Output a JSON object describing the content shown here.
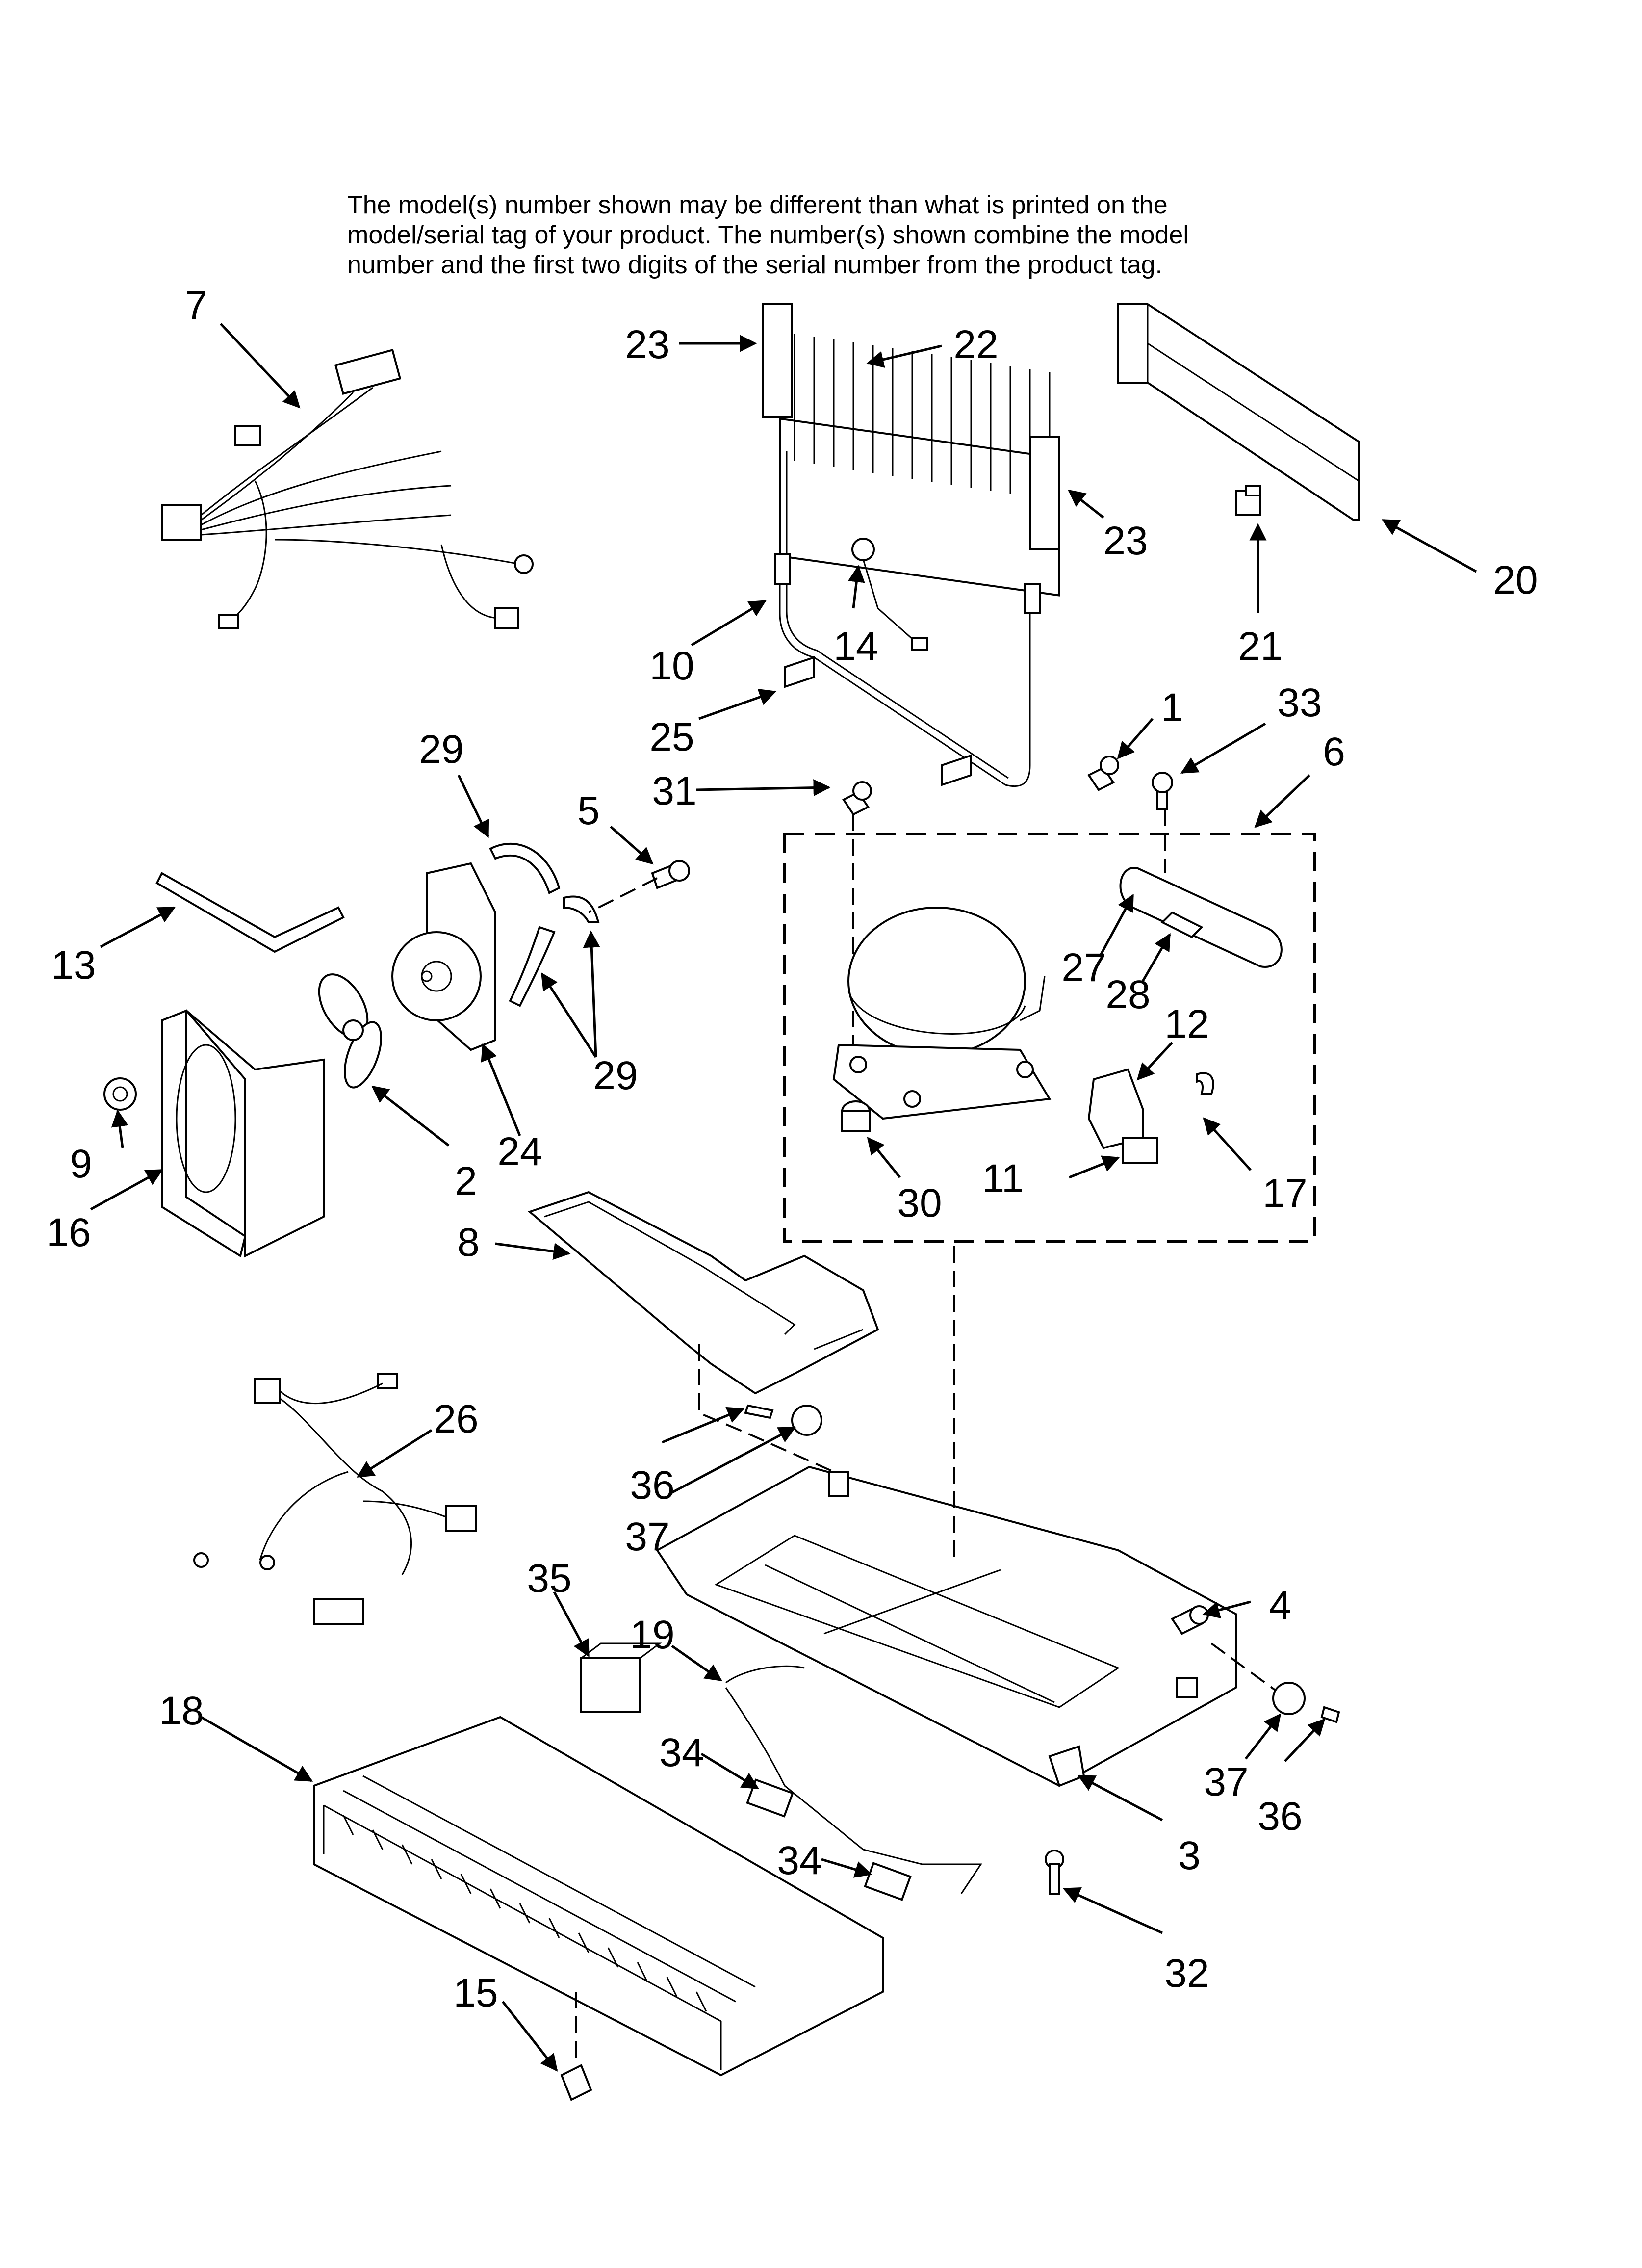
{
  "note_lines": [
    "The model(s) number shown may be different than what is printed on the",
    "model/serial tag of your product. The number(s) shown combine the model",
    "number and the first two digits of the serial number from the product tag."
  ],
  "callouts": [
    {
      "id": "7",
      "label": "7"
    },
    {
      "id": "23a",
      "label": "23"
    },
    {
      "id": "22",
      "label": "22"
    },
    {
      "id": "23b",
      "label": "23"
    },
    {
      "id": "20",
      "label": "20"
    },
    {
      "id": "21",
      "label": "21"
    },
    {
      "id": "14",
      "label": "14"
    },
    {
      "id": "10",
      "label": "10"
    },
    {
      "id": "25",
      "label": "25"
    },
    {
      "id": "1",
      "label": "1"
    },
    {
      "id": "33",
      "label": "33"
    },
    {
      "id": "6",
      "label": "6"
    },
    {
      "id": "29a",
      "label": "29"
    },
    {
      "id": "5",
      "label": "5"
    },
    {
      "id": "31",
      "label": "31"
    },
    {
      "id": "13",
      "label": "13"
    },
    {
      "id": "27",
      "label": "27"
    },
    {
      "id": "28",
      "label": "28"
    },
    {
      "id": "12",
      "label": "12"
    },
    {
      "id": "29b",
      "label": "29"
    },
    {
      "id": "9",
      "label": "9"
    },
    {
      "id": "24",
      "label": "24"
    },
    {
      "id": "2",
      "label": "2"
    },
    {
      "id": "30",
      "label": "30"
    },
    {
      "id": "11",
      "label": "11"
    },
    {
      "id": "17",
      "label": "17"
    },
    {
      "id": "16",
      "label": "16"
    },
    {
      "id": "8",
      "label": "8"
    },
    {
      "id": "26",
      "label": "26"
    },
    {
      "id": "36a",
      "label": "36"
    },
    {
      "id": "37a",
      "label": "37"
    },
    {
      "id": "35",
      "label": "35"
    },
    {
      "id": "19",
      "label": "19"
    },
    {
      "id": "4",
      "label": "4"
    },
    {
      "id": "18",
      "label": "18"
    },
    {
      "id": "34a",
      "label": "34"
    },
    {
      "id": "37b",
      "label": "37"
    },
    {
      "id": "36b",
      "label": "36"
    },
    {
      "id": "34b",
      "label": "34"
    },
    {
      "id": "3",
      "label": "3"
    },
    {
      "id": "32",
      "label": "32"
    },
    {
      "id": "15",
      "label": "15"
    }
  ]
}
